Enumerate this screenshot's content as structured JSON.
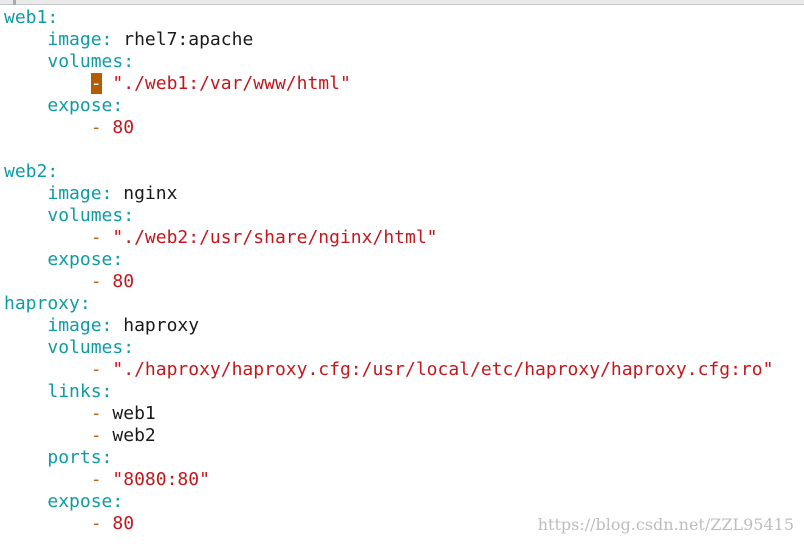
{
  "lines": [
    {
      "indent": 0,
      "key": "web1"
    },
    {
      "indent": 1,
      "key": "image",
      "value": "rhel7:apache"
    },
    {
      "indent": 1,
      "key": "volumes"
    },
    {
      "indent": 2,
      "item": "\"./web1:/var/www/html\"",
      "kind": "str",
      "cursor": true
    },
    {
      "indent": 1,
      "key": "expose"
    },
    {
      "indent": 2,
      "item": "80",
      "kind": "num"
    },
    {
      "blank": true
    },
    {
      "indent": 0,
      "key": "web2"
    },
    {
      "indent": 1,
      "key": "image",
      "value": "nginx"
    },
    {
      "indent": 1,
      "key": "volumes"
    },
    {
      "indent": 2,
      "item": "\"./web2:/usr/share/nginx/html\"",
      "kind": "str"
    },
    {
      "indent": 1,
      "key": "expose"
    },
    {
      "indent": 2,
      "item": "80",
      "kind": "num"
    },
    {
      "indent": 0,
      "key": "haproxy"
    },
    {
      "indent": 1,
      "key": "image",
      "value": "haproxy"
    },
    {
      "indent": 1,
      "key": "volumes"
    },
    {
      "indent": 2,
      "item": "\"./haproxy/haproxy.cfg:/usr/local/etc/haproxy/haproxy.cfg:ro\"",
      "kind": "str"
    },
    {
      "indent": 1,
      "key": "links"
    },
    {
      "indent": 2,
      "item": "web1",
      "kind": "plain"
    },
    {
      "indent": 2,
      "item": "web2",
      "kind": "plain"
    },
    {
      "indent": 1,
      "key": "ports"
    },
    {
      "indent": 2,
      "item": "\"8080:80\"",
      "kind": "str"
    },
    {
      "indent": 1,
      "key": "expose"
    },
    {
      "indent": 2,
      "item": "80",
      "kind": "num"
    }
  ],
  "watermark": "https://blog.csdn.net/ZZL95415",
  "colors": {
    "key": "#0e9ba5",
    "string": "#c2181d",
    "dash": "#c0620f",
    "cursor": "#b35d00"
  }
}
